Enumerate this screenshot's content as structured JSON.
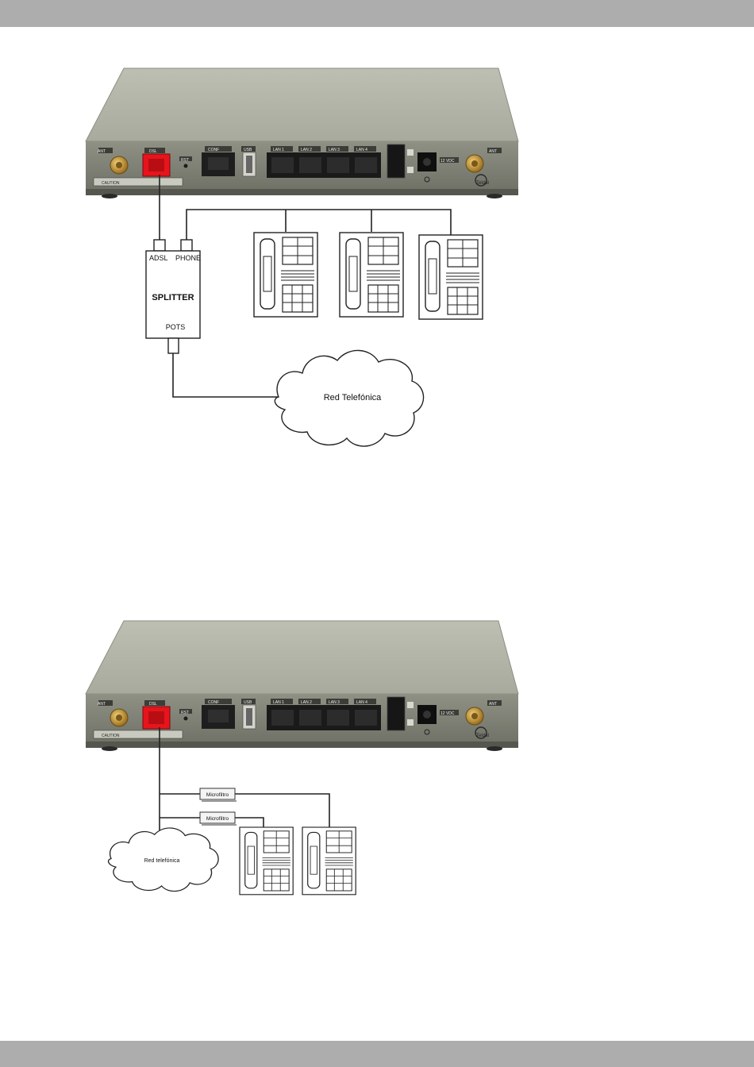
{
  "header_band_color": "#adadad",
  "accent_red": "#e8141c",
  "router_panel": {
    "ant_label": "ANT",
    "dsl_label": "DSL",
    "rst_label": "RST",
    "conf_label": "CONF",
    "usb_label": "USB",
    "lan_labels": [
      "LAN 1",
      "LAN 2",
      "LAN 3",
      "LAN 4"
    ],
    "power_label": "12 VDC",
    "caution_label": "CAUTION",
    "brand": "Teldat"
  },
  "diagram_splitter": {
    "splitter_title": "SPLITTER",
    "port_adsl": "ADSL",
    "port_phone": "PHONE",
    "port_pots": "POTS",
    "cloud_label": "Red Telefónica"
  },
  "diagram_microfilter": {
    "filter_labels": [
      "Microfiltro",
      "Microfiltro"
    ],
    "cloud_label": "Red telefónica"
  }
}
